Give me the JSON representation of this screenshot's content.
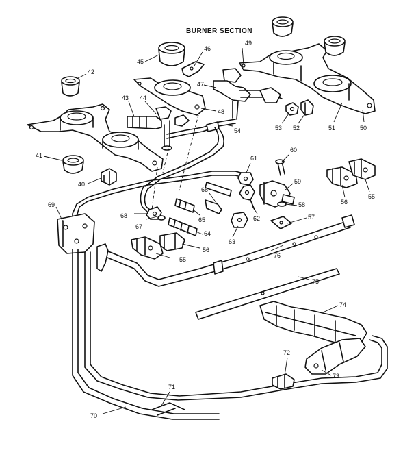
{
  "title": "BURNER SECTION",
  "callouts": {
    "c40": "40",
    "c41": "41",
    "c42": "42",
    "c43": "43",
    "c44": "44",
    "c45": "45",
    "c46": "46",
    "c47": "47",
    "c48": "48",
    "c49": "49",
    "c50": "50",
    "c51": "51",
    "c52": "52",
    "c53": "53",
    "c54": "54",
    "c55a": "55",
    "c55b": "55",
    "c56a": "56",
    "c56b": "56",
    "c57": "57",
    "c58": "58",
    "c59": "59",
    "c60": "60",
    "c61": "61",
    "c62": "62",
    "c63": "63",
    "c64": "64",
    "c65": "65",
    "c66": "66",
    "c67": "67",
    "c68": "68",
    "c69": "69",
    "c70": "70",
    "c71": "71",
    "c72": "72",
    "c73": "73",
    "c74": "74",
    "c75": "75",
    "c76": "76"
  }
}
